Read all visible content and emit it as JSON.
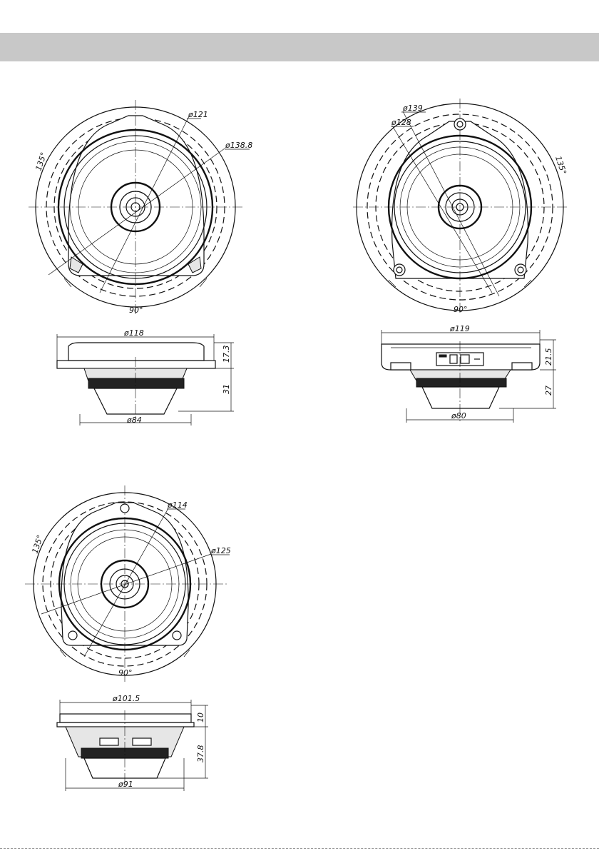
{
  "drawings": {
    "speaker_a": {
      "front_view": {
        "dia_inner": "ø121",
        "dia_outer": "ø138.8",
        "angle_top": "135°",
        "angle_bottom": "90°"
      },
      "side_view": {
        "dia_flange": "ø118",
        "height_flange": "17.3",
        "height_body": "31",
        "dia_magnet": "ø84"
      }
    },
    "speaker_b": {
      "front_view": {
        "dia_outer": "ø139",
        "dia_inner": "ø128",
        "angle_top": "135°",
        "angle_bottom": "90°"
      },
      "side_view": {
        "dia_flange": "ø119",
        "height_flange": "21.5",
        "height_body": "27",
        "dia_magnet": "ø80"
      }
    },
    "speaker_c": {
      "front_view": {
        "dia_inner": "ø114",
        "dia_outer": "ø125",
        "angle_top": "135°",
        "angle_bottom": "90°"
      },
      "side_view": {
        "dia_flange": "ø101.5",
        "height_flange": "10",
        "height_body": "37.8",
        "dia_magnet": "ø91"
      }
    }
  }
}
